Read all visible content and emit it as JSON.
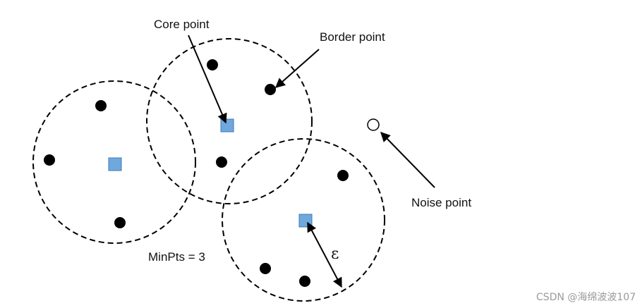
{
  "labels": {
    "core_point": "Core point",
    "border_point": "Border point",
    "noise_point": "Noise point",
    "min_pts": "MinPts = 3",
    "epsilon": "ε"
  },
  "watermark": "CSDN @海绵波波107",
  "colors": {
    "core_fill": "#6fa8dc",
    "core_stroke": "#3d7ab8",
    "point_fill": "#000000",
    "noise_fill": "#ffffff",
    "line": "#000000"
  }
}
